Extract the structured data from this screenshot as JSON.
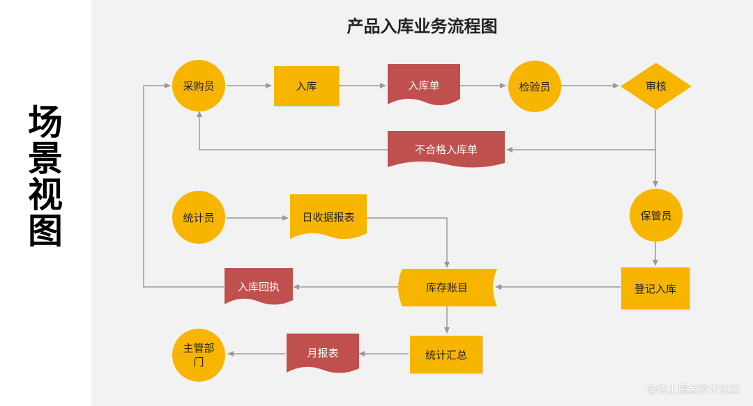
{
  "side_title": [
    "场",
    "景",
    "视",
    "图"
  ],
  "diagram_title": "产品入库业务流程图",
  "watermark": "@稀土掘金技术社区",
  "colors": {
    "node_yellow": "#f7b500",
    "doc_red": "#c0504d",
    "panel_bg": "#f2f2f2",
    "arrow": "#999999"
  },
  "nodes": {
    "purchaser": "采购员",
    "stock_in": "入库",
    "stock_in_slip": "入库单",
    "inspector": "检验员",
    "review": "审核",
    "reject_slip": "不合格入库单",
    "statistician": "统计员",
    "daily_report": "日收据报表",
    "custodian": "保管员",
    "receipt": "入库回执",
    "ledger": "库存账目",
    "register": "登记入库",
    "manager_line1": "主管部",
    "manager_line2": "门",
    "monthly_report": "月报表",
    "summary": "统计汇总"
  }
}
